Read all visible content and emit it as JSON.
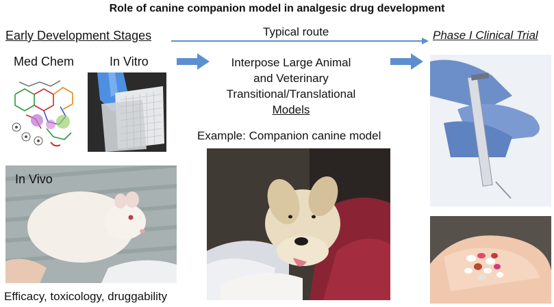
{
  "title": "Role of canine companion model in analgesic drug development",
  "left_heading": "Early Development Stages",
  "route_label": "Typical route",
  "right_heading": "Phase I Clinical Trial",
  "labels": {
    "med_chem": "Med Chem",
    "in_vitro": "In Vitro",
    "in_vivo": "In Vivo",
    "efficacy": "Efficacy, toxicology, druggability"
  },
  "center": {
    "line1": "Interpose Large Animal",
    "line2": "and Veterinary",
    "line3": "Transitional/Translational",
    "line4": "Models",
    "example": "Example: Companion canine model"
  },
  "colors": {
    "arrow": "#5b8fd0",
    "route_line": "#5b8fd0",
    "glove": "#6d8fc9"
  }
}
